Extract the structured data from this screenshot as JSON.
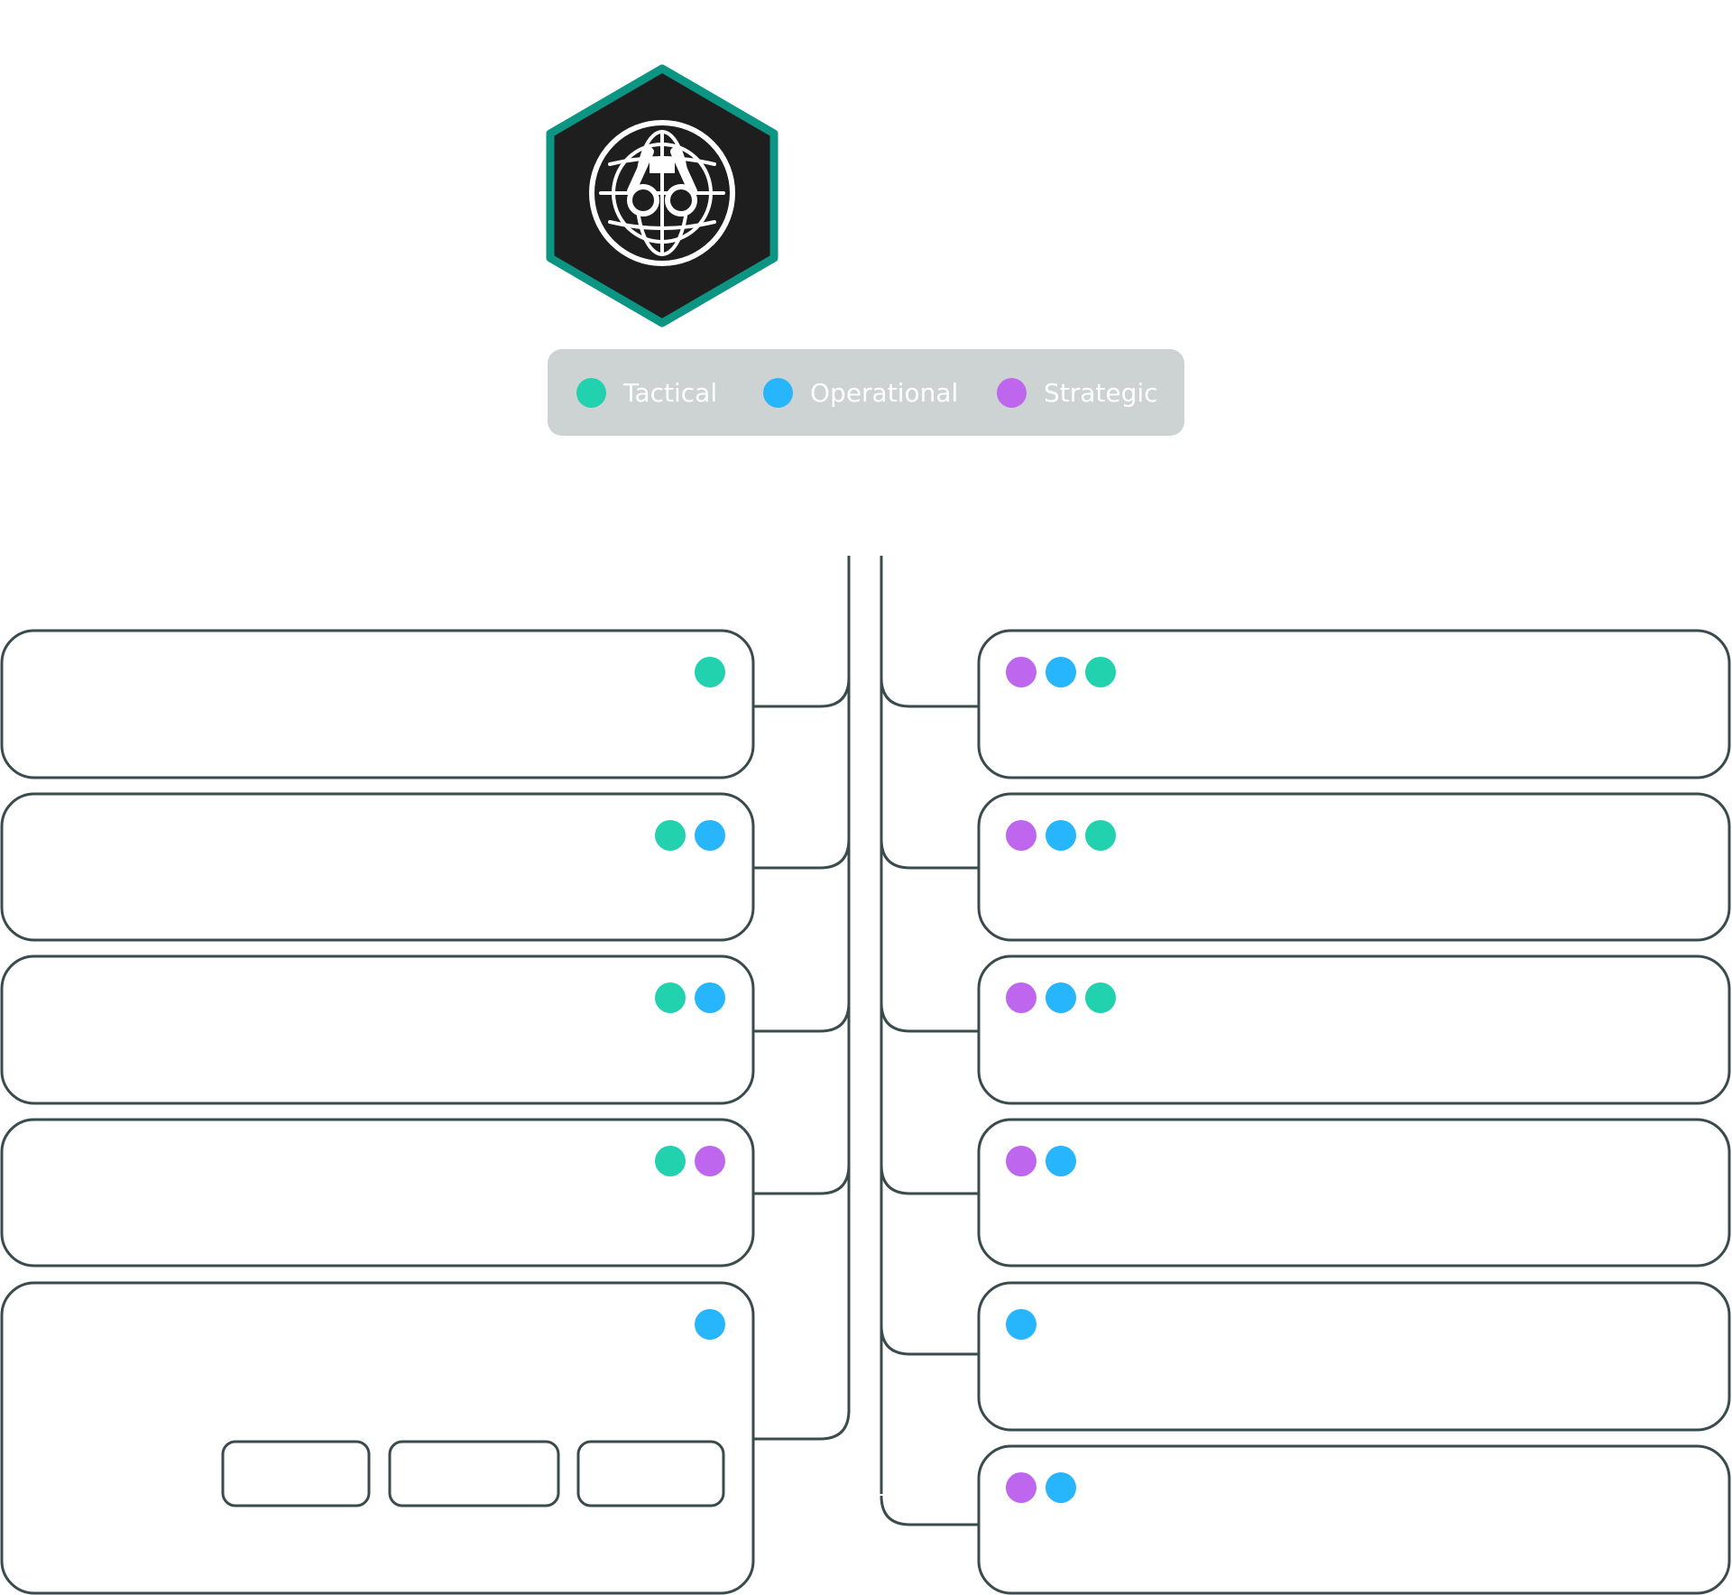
{
  "colors": {
    "tactical": "#22d1ae",
    "operational": "#27b5fb",
    "strategic": "#bf66ef",
    "outline": "#3a4b4d",
    "hex_border": "#0b9582",
    "hex_fill": "#1e1e1e",
    "legend_bg": "#cdd2d3"
  },
  "logo": {
    "icon": "globe-binoculars-icon"
  },
  "legend": [
    {
      "label": "Tactical",
      "color": "#22d1ae"
    },
    {
      "label": "Operational",
      "color": "#27b5fb"
    },
    {
      "label": "Strategic",
      "color": "#bf66ef"
    }
  ],
  "left_boxes": [
    {
      "dots": [
        "tactical"
      ]
    },
    {
      "dots": [
        "tactical",
        "operational"
      ]
    },
    {
      "dots": [
        "tactical",
        "operational"
      ]
    },
    {
      "dots": [
        "tactical",
        "strategic"
      ]
    },
    {
      "dots": [
        "operational"
      ],
      "sub_boxes": 3
    }
  ],
  "right_boxes": [
    {
      "dots": [
        "strategic",
        "operational",
        "tactical"
      ]
    },
    {
      "dots": [
        "strategic",
        "operational",
        "tactical"
      ]
    },
    {
      "dots": [
        "strategic",
        "operational",
        "tactical"
      ]
    },
    {
      "dots": [
        "strategic",
        "operational"
      ]
    },
    {
      "dots": [
        "operational"
      ]
    },
    {
      "dots": [
        "strategic",
        "operational"
      ]
    }
  ]
}
